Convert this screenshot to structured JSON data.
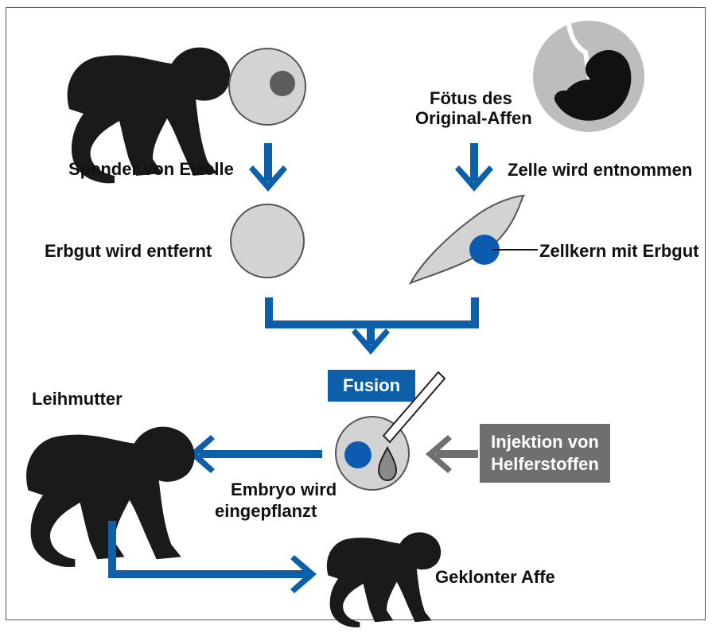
{
  "labels": {
    "egg_donor": "Spender von Eizelle",
    "fetus_line1": "Fötus des",
    "fetus_line2": "Original-Affen",
    "cell_removed": "Zelle wird entnommen",
    "dna_removed": "Erbgut wird entfernt",
    "nucleus": "Zellkern mit Erbgut",
    "fusion": "Fusion",
    "surrogate": "Leihmutter",
    "injection_line1": "Injektion von",
    "injection_line2": "Helferstoffen",
    "embryo_line1": "Embryo wird",
    "embryo_line2": "eingepflanzt",
    "cloned": "Geklonter Affe"
  },
  "colors": {
    "arrow_blue": "#0c5fa8",
    "nucleus_blue": "#0b5bb0",
    "silhouette": "#1a1a1a",
    "cell_fill": "#d3d3d3",
    "cell_stroke": "#555555",
    "gray_box": "#6f6f6f",
    "fetus_bg": "#bdbdbd"
  },
  "icons": [
    "monkey-icon",
    "fetus-icon",
    "pipette-icon",
    "droplet-icon"
  ]
}
